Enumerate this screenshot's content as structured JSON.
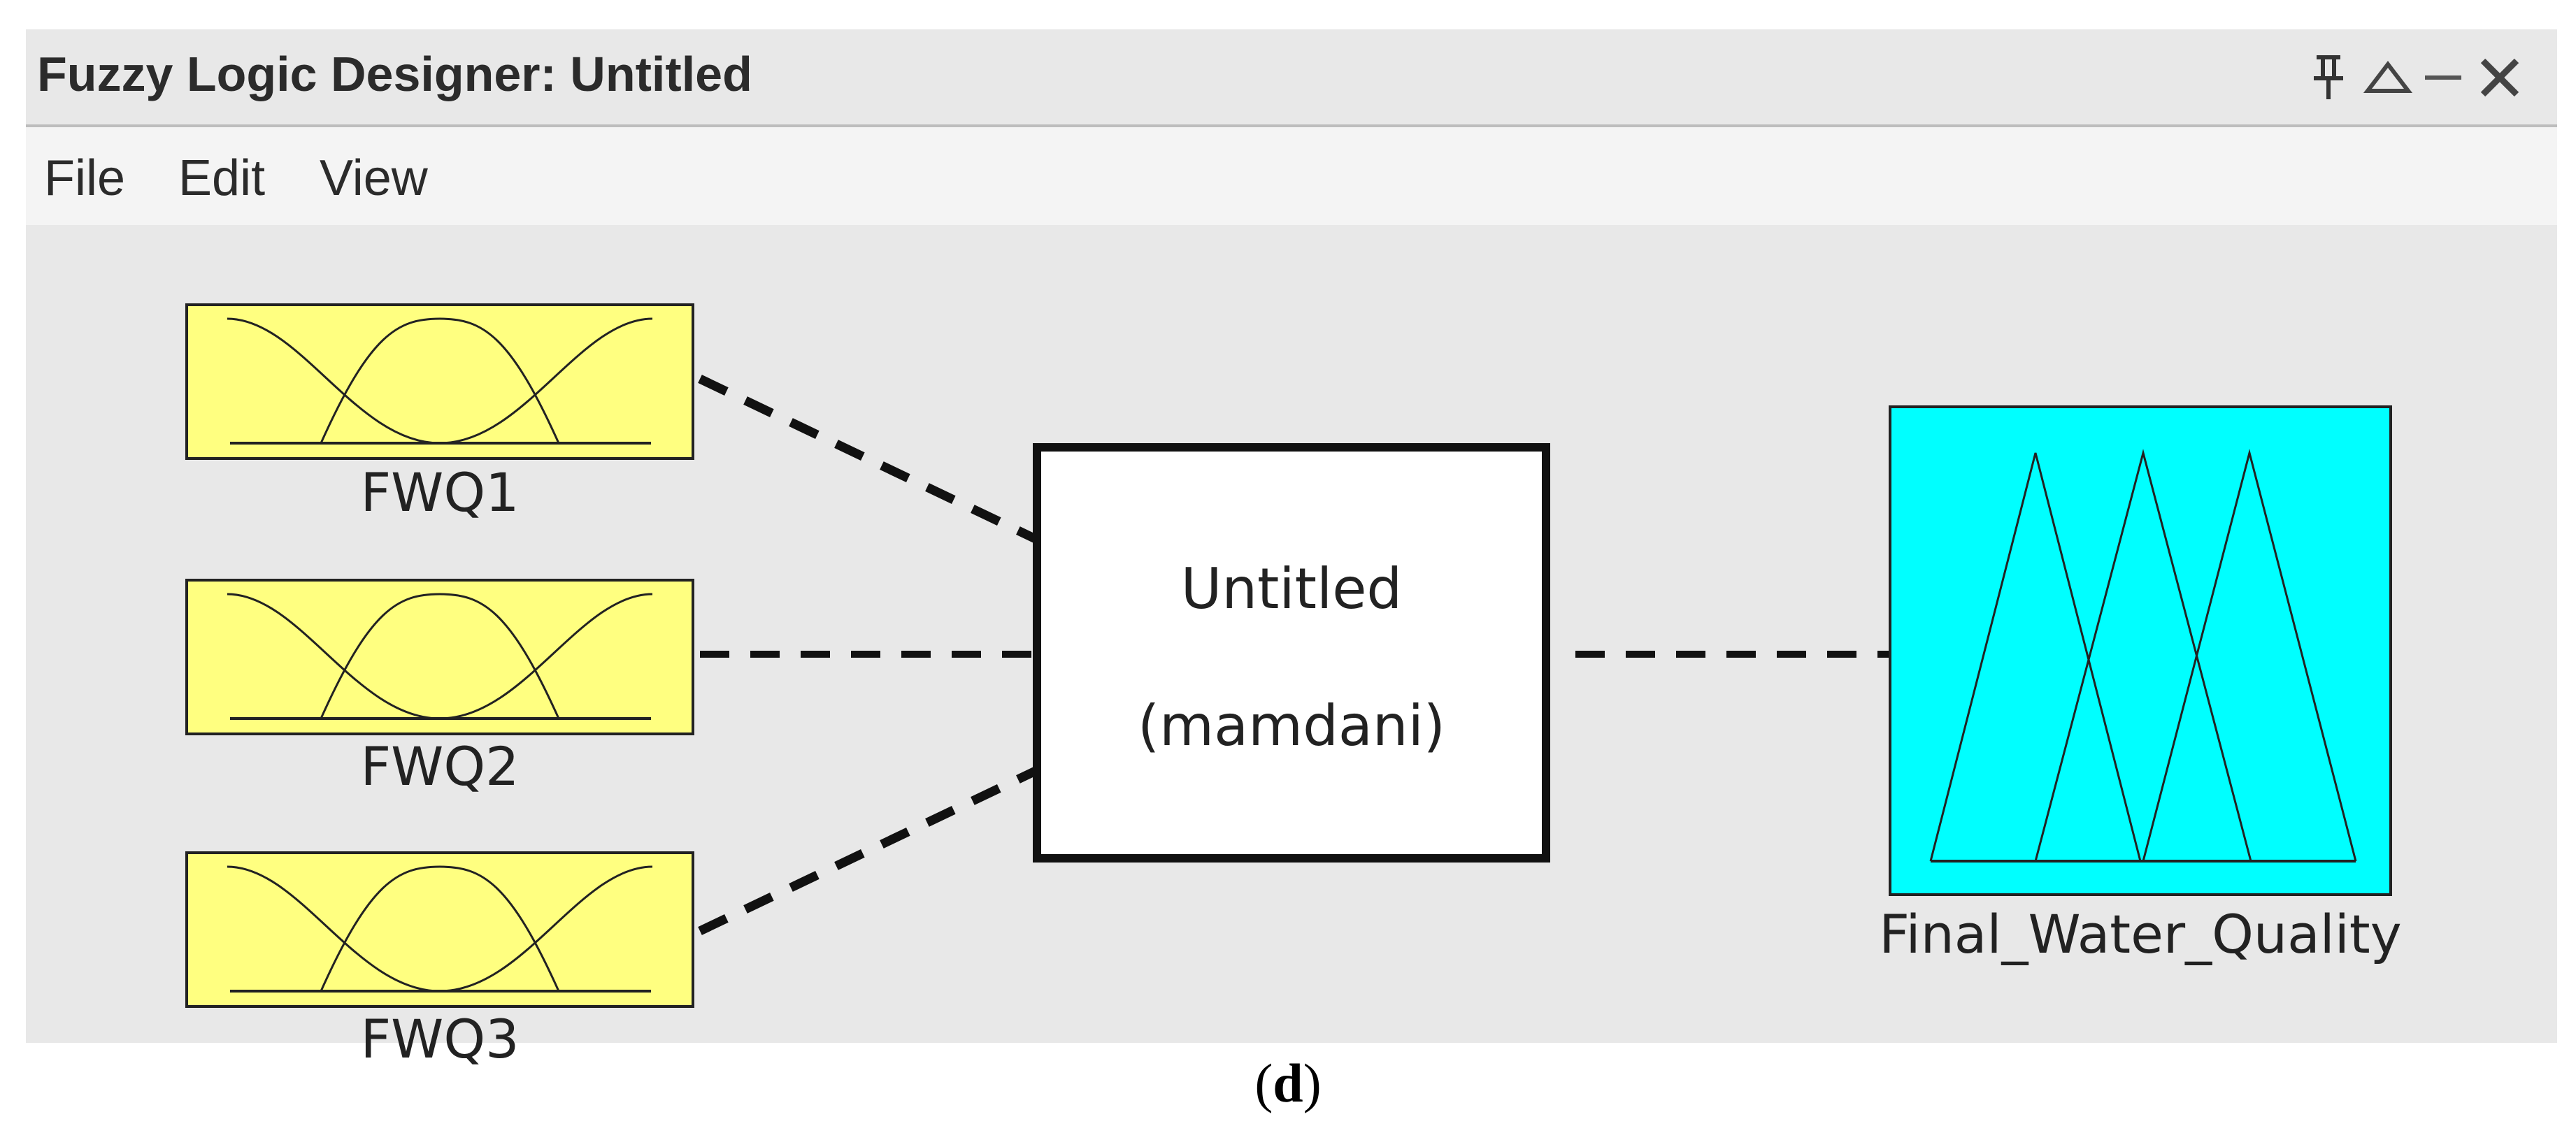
{
  "window": {
    "title": "Fuzzy Logic Designer: Untitled",
    "controls": {
      "pin": "pin-icon",
      "maximize": "triangle-up-icon",
      "minimize": "minus-icon",
      "close": "close-icon"
    }
  },
  "menu": [
    {
      "label": "File"
    },
    {
      "label": "Edit"
    },
    {
      "label": "View"
    }
  ],
  "inputs": [
    {
      "label": "FWQ1"
    },
    {
      "label": "FWQ2"
    },
    {
      "label": "FWQ3"
    }
  ],
  "rule_block": {
    "name": "Untitled",
    "type": "(mamdani)"
  },
  "output": {
    "label": "Final_Water_Quality"
  },
  "caption": {
    "prefix": "(",
    "letter": "d",
    "suffix": ")"
  },
  "colors": {
    "input_fill": "#ffff80",
    "output_fill": "#00ffff",
    "background": "#e8e8e8"
  }
}
